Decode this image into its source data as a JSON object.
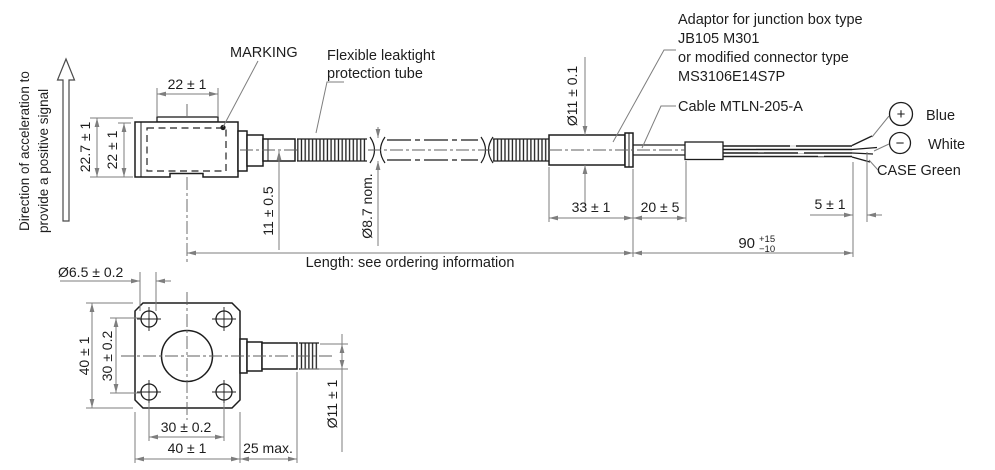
{
  "drawing": {
    "orientation_note_line1": "Direction of acceleration to",
    "orientation_note_line2": "provide a positive signal",
    "marking_label": "MARKING",
    "tube_label_line1": "Flexible leaktight",
    "tube_label_line2": "protection tube",
    "adaptor_label_line1": "Adaptor for junction box type",
    "adaptor_label_line2": "JB105 M301",
    "adaptor_label_line3": "or modified connector type",
    "adaptor_label_line4": "MS3106E14S7P",
    "cable_label": "Cable MTLN-205-A",
    "length_note": "Length: see ordering information"
  },
  "wire_terminals": {
    "positive_symbol": "+",
    "positive_color": "Blue",
    "negative_symbol": "−",
    "negative_color": "White",
    "case_label": "CASE Green"
  },
  "dimensions_side_view": {
    "mounting_plate_width": "22 ± 1",
    "body_height": "22.7 ± 1",
    "body_inner_height": "22 ± 1",
    "stud_axis_offset": "11 ± 0.5",
    "tube_diameter": "Ø8.7 nom.",
    "adaptor_diameter": "Ø11 ± 0.1",
    "adaptor_length": "33 ± 1",
    "cable_tail": "20 ± 5",
    "wire_strip_length": "5 ± 1",
    "cable_length_value": "90",
    "cable_length_tol_plus": "+15",
    "cable_length_tol_minus": "−10"
  },
  "dimensions_front_view": {
    "hole_diameter": "Ø6.5 ± 0.2",
    "flange_height": "40 ± 1",
    "hole_pitch_vertical": "30 ± 0.2",
    "hole_pitch_horizontal": "30 ± 0.2",
    "flange_width": "40 ± 1",
    "stud_protrusion": "25 max.",
    "stud_diameter": "Ø11 ± 1"
  },
  "colors": {
    "line": "#1d1d1d",
    "dim_line": "#7e7e7e",
    "background": "#ffffff"
  }
}
